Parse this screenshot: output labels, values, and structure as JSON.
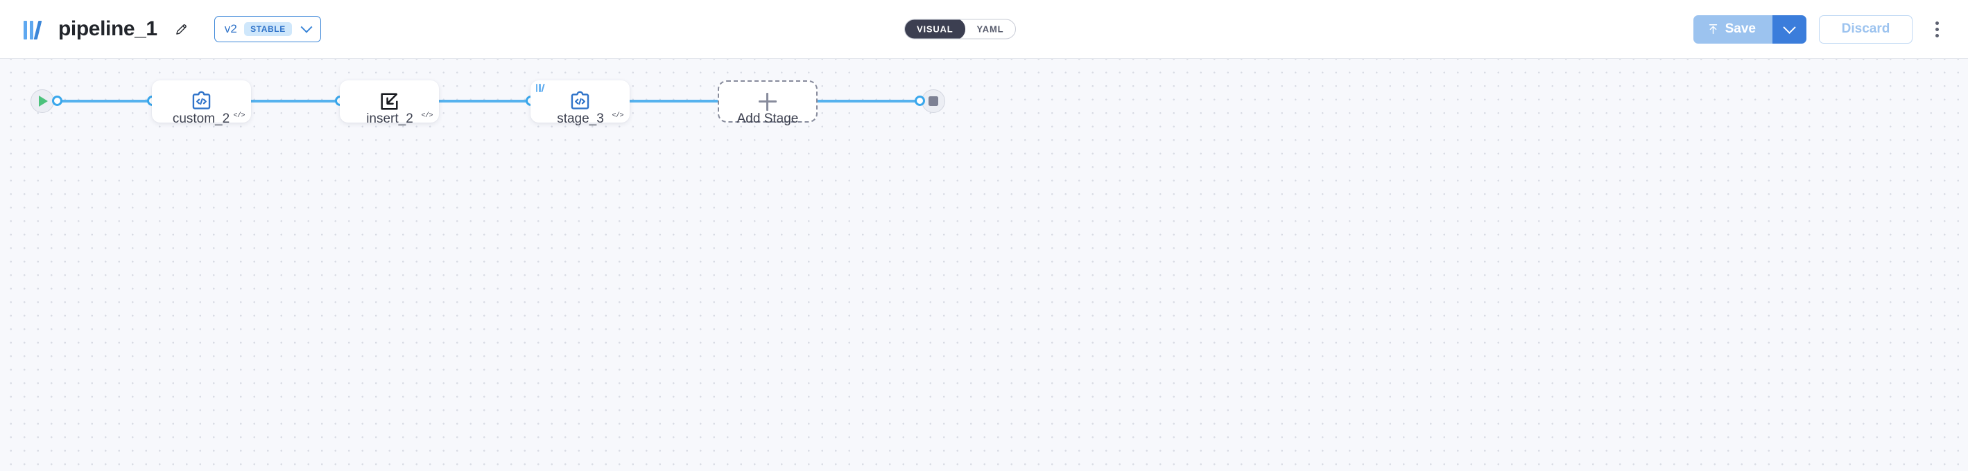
{
  "header": {
    "logo_icon": "pipeline-logo-bars-icon",
    "title": "pipeline_1",
    "edit_icon": "pencil-icon",
    "version": {
      "label": "v2",
      "badge": "STABLE",
      "chevron_icon": "chevron-down-icon"
    },
    "mode_toggle": {
      "options": [
        {
          "label": "VISUAL",
          "active": true
        },
        {
          "label": "YAML",
          "active": false
        }
      ],
      "active_bg": "#3c3f51"
    },
    "actions": {
      "save_label": "Save",
      "save_icon": "upload-icon",
      "save_dropdown_icon": "chevron-down-icon",
      "save_bg": "#9cc3ef",
      "save_split_bg": "#3b7ddb",
      "discard_label": "Discard",
      "discard_color": "#9cc3ef",
      "overflow_icon": "kebab-menu-icon"
    }
  },
  "canvas": {
    "background": "#f7f8fc",
    "grid_dot_color": "#d8dbe4",
    "edge_color": "#56b2ee",
    "port_color": "#39a7ec",
    "start_node": {
      "icon": "play-icon",
      "icon_color": "#4cc27c"
    },
    "end_node": {
      "icon": "stop-icon",
      "icon_color": "#7d8194"
    },
    "stages": [
      {
        "label": "custom_2",
        "icon": "puzzle-code-icon",
        "icon_color": "#2f73c9",
        "badge": "</>",
        "corner_logo": false
      },
      {
        "label": "insert_2",
        "icon": "insert-arrow-into-box-icon",
        "icon_color": "#16181d",
        "badge": "</>",
        "corner_logo": false
      },
      {
        "label": "stage_3",
        "icon": "puzzle-code-icon",
        "icon_color": "#2f73c9",
        "badge": "</>",
        "corner_logo": true
      }
    ],
    "add_stage": {
      "label": "Add Stage",
      "icon": "plus-icon"
    }
  }
}
